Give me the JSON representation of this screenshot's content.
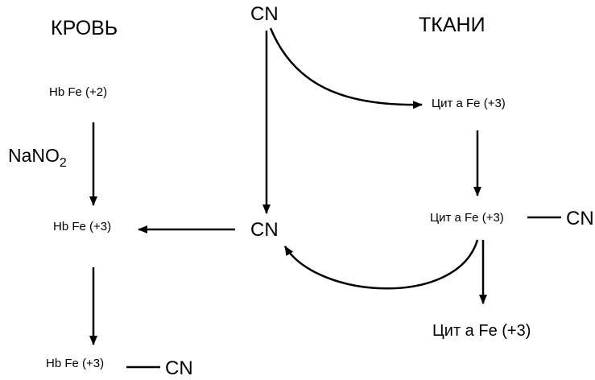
{
  "headings": {
    "blood": "КРОВЬ",
    "tissues": "ТКАНИ"
  },
  "blood": {
    "hb_fe2": "Hb Fe (+2)",
    "hb_fe3": "Hb Fe (+3)",
    "hb_fe3_bound": "Hb Fe (+3)",
    "hb_bound_cn": "CN"
  },
  "reagent": {
    "main": "NaNO",
    "subscript": "2"
  },
  "cyanide": {
    "top": "CN",
    "middle": "CN"
  },
  "tissues": {
    "cyt_a_fe3_top": "Цит а Fe (+3)",
    "cyt_a_fe3_bound": "Цит а Fe (+3)",
    "cyt_bound_cn": "CN",
    "cyt_a_fe3_free": "Цит а Fe (+3)"
  },
  "colors": {
    "ink": "#000000",
    "background": "#ffffff"
  }
}
